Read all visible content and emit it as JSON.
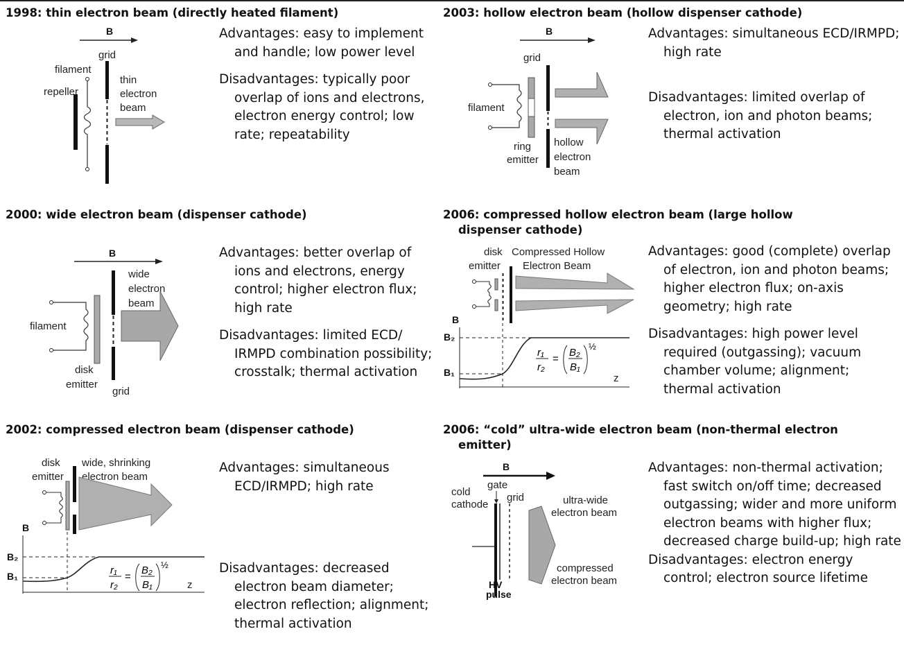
{
  "panels": [
    {
      "title": "1998: thin electron beam (directly heated filament)",
      "advantages": "Advantages: easy to implement and handle; low power level",
      "disadvantages": "Disadvantages: typically poor overlap of ions and electrons, electron energy control; low rate; repeatability",
      "labels": {
        "b": "B",
        "grid": "grid",
        "filament": "filament",
        "repeller": "repeller",
        "beam": [
          "thin",
          "electron",
          "beam"
        ]
      }
    },
    {
      "title": "2003: hollow electron beam (hollow dispenser cathode)",
      "advantages": "Advantages: simultaneous ECD/IRMPD; high rate",
      "disadvantages": "Disadvantages: limited overlap of electron, ion and photon beams; thermal activation",
      "labels": {
        "b": "B",
        "grid": "grid",
        "filament": "filament",
        "emitter": [
          "ring",
          "emitter"
        ],
        "beam": [
          "hollow",
          "electron",
          "beam"
        ]
      }
    },
    {
      "title": "2000: wide electron beam (dispenser cathode)",
      "advantages": "Advantages: better overlap of ions and electrons, energy control; higher electron flux; high rate",
      "disadvantages": "Disadvantages: limited ECD/ IRMPD combination possibility; crosstalk; thermal activation",
      "labels": {
        "b": "B",
        "grid": "grid",
        "filament": "filament",
        "emitter": [
          "disk",
          "emitter"
        ],
        "beam": [
          "wide",
          "electron",
          "beam"
        ]
      }
    },
    {
      "title_l1": "2006: compressed hollow electron beam (large hollow",
      "title_l2": "dispenser cathode)",
      "advantages": "Advantages: good (complete) overlap of electron, ion and photon beams; higher electron flux; on-axis geometry; high rate",
      "disadvantages": "Disadvantages: high power level required (outgassing); vacuum chamber volume; alignment; thermal activation",
      "labels": {
        "emitter": [
          "disk",
          "emitter"
        ],
        "beam": [
          "Compressed Hollow",
          "Electron Beam"
        ],
        "b": "B",
        "b2": "B₂",
        "b1": "B₁",
        "z": "z",
        "formula": {
          "r1": "r₁",
          "r2": "r₂",
          "eq": "=",
          "B2": "B₂",
          "B1": "B₁",
          "exp": "½"
        }
      }
    },
    {
      "title": "2002: compressed electron beam (dispenser cathode)",
      "advantages": "Advantages: simultaneous ECD/IRMPD; high rate",
      "disadvantages": "Disadvantages: decreased electron beam diameter; electron reflection; alignment; thermal activation",
      "labels": {
        "emitter": [
          "disk",
          "emitter"
        ],
        "beam": [
          "wide, shrinking",
          "electron beam"
        ],
        "b": "B",
        "b2": "B₂",
        "b1": "B₁",
        "z": "z",
        "formula": {
          "r1": "r₁",
          "r2": "r₂",
          "eq": "=",
          "B2": "B₂",
          "B1": "B₁",
          "exp": "½"
        }
      }
    },
    {
      "title_l1": "2006: “cold” ultra-wide electron beam (non-thermal electron",
      "title_l2": "emitter)",
      "advantages": "Advantages: non-thermal activation; fast switch on/off time; decreased outgassing; wider and more uniform electron beams with higher flux; decreased charge build-up; high rate",
      "disadvantages": "Disadvantages: electron energy control; electron source lifetime",
      "labels": {
        "b": "B",
        "gate": "gate",
        "grid": "grid",
        "cathode": [
          "cold",
          "cathode"
        ],
        "wide": [
          "ultra-wide",
          "electron beam"
        ],
        "compressed": [
          "compressed",
          "electron beam"
        ],
        "hv": [
          "HV",
          "pulse"
        ]
      }
    }
  ]
}
